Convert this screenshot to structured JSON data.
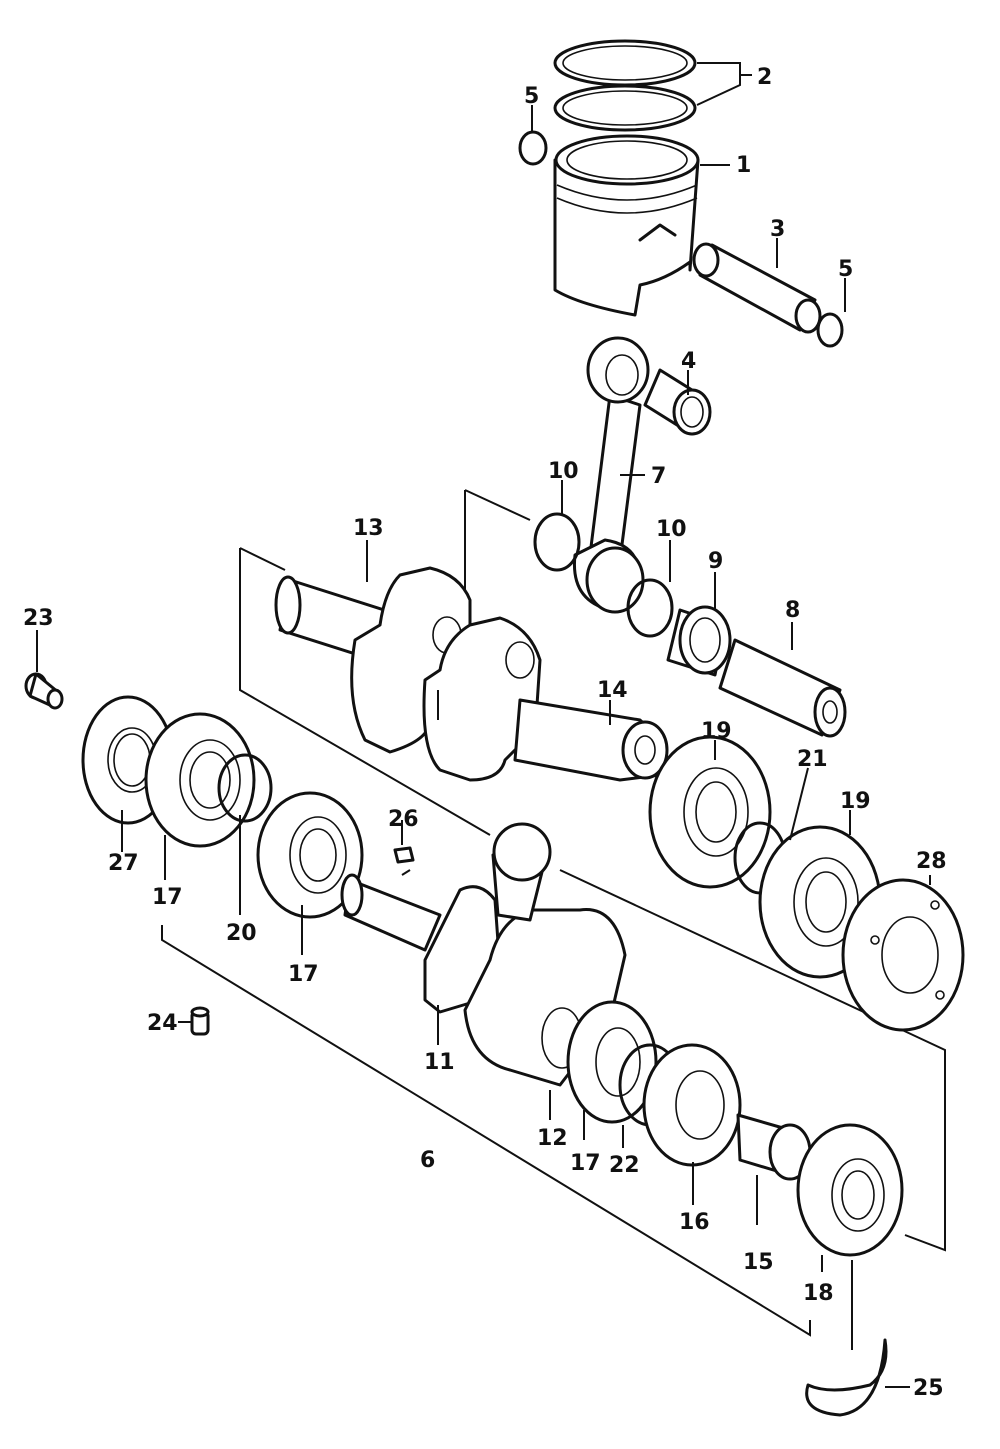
{
  "callouts": {
    "c1": "1",
    "c2": "2",
    "c3": "3",
    "c4": "4",
    "c5a": "5",
    "c5b": "5",
    "c6": "6",
    "c7": "7",
    "c8": "8",
    "c9": "9",
    "c10a": "10",
    "c10b": "10",
    "c11": "11",
    "c12": "12",
    "c13": "13",
    "c14": "14",
    "c15": "15",
    "c16": "16",
    "c17a": "17",
    "c17b": "17",
    "c17c": "17",
    "c18": "18",
    "c19a": "19",
    "c19b": "19",
    "c20": "20",
    "c21": "21",
    "c22": "22",
    "c23": "23",
    "c24": "24",
    "c25": "25",
    "c26": "26",
    "c27": "27",
    "c28": "28"
  }
}
